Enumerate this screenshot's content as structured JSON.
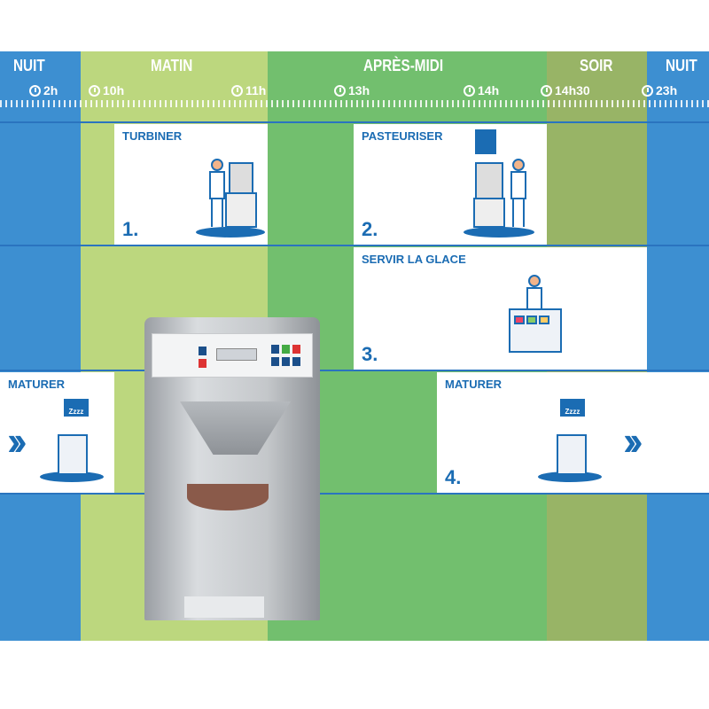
{
  "periods": [
    {
      "label": "NUIT",
      "color": "#3d8fd1"
    },
    {
      "label": "MATIN",
      "color": "#bcd77e"
    },
    {
      "label": "APRÈS-MIDI",
      "color": "#72bf6e"
    },
    {
      "label": "SOIR",
      "color": "#98b466"
    },
    {
      "label": "NUIT",
      "color": "#3d8fd1"
    }
  ],
  "times": [
    "2h",
    "10h",
    "11h",
    "13h",
    "14h",
    "14h30",
    "23h"
  ],
  "steps": {
    "turbiner": {
      "title": "TURBINER",
      "number": "1."
    },
    "pasteuriser": {
      "title": "PASTEURISER",
      "number": "2."
    },
    "servir": {
      "title": "SERVIR LA GLACE",
      "number": "3."
    },
    "maturer_left": {
      "title": "MATURER"
    },
    "maturer_right": {
      "title": "MATURER",
      "number": "4."
    }
  },
  "sleep_badge": "Zzzz",
  "accent": "#1b6cb3"
}
